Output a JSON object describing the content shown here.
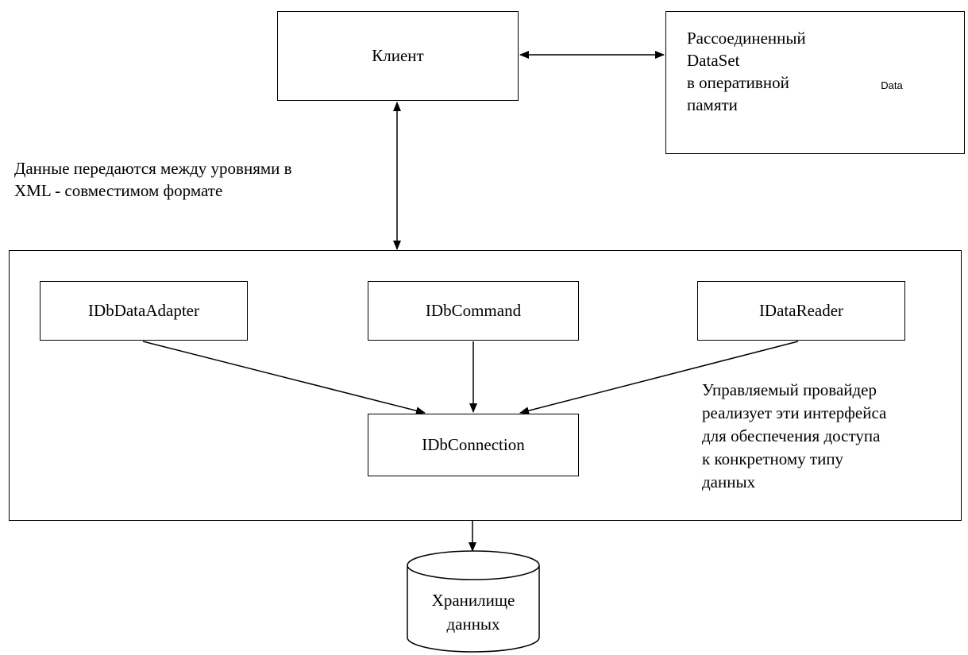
{
  "client": {
    "label": "Клиент"
  },
  "dataset": {
    "lines": [
      "Рассоединенный",
      "DataSet",
      "в  оперативной",
      "памяти"
    ],
    "cylinder_label": "Data"
  },
  "transfer_note": {
    "lines": [
      "Данные передаются между уровнями в",
      "XML - совместимом формате"
    ]
  },
  "provider": {
    "adapter": "IDbDataAdapter",
    "command": "IDbCommand",
    "reader": "IDataReader",
    "connection": "IDbConnection",
    "note_lines": [
      "Управляемый провайдер",
      "реализует эти интерфейса",
      "для обеспечения доступа",
      "к конкретному типу",
      "данных"
    ]
  },
  "storage": {
    "lines": [
      "Хранилище",
      "данных"
    ]
  }
}
